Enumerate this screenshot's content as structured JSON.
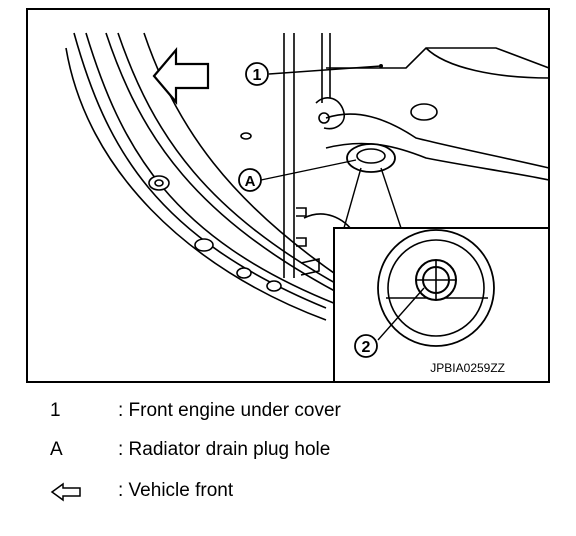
{
  "figure": {
    "id": "JPBIA0259ZZ",
    "callouts": {
      "c1": "1",
      "cA": "A",
      "c2": "2"
    }
  },
  "legend": [
    {
      "symbol": "1",
      "text": ": Front engine under cover"
    },
    {
      "symbol": "A",
      "text": ": Radiator drain plug hole"
    },
    {
      "symbol_icon": "arrow-left-outline-icon",
      "text": ": Vehicle front"
    }
  ]
}
